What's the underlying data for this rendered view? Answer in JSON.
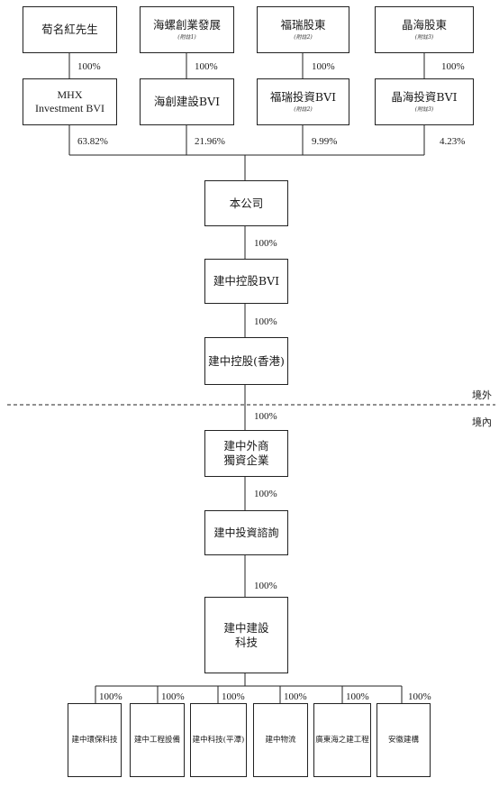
{
  "shareholders": [
    {
      "name": "荀名紅先生",
      "note": ""
    },
    {
      "name": "海螺創業發展",
      "note": "(附註1)"
    },
    {
      "name": "福瑞股東",
      "note": "(附註2)"
    },
    {
      "name": "晶海股東",
      "note": "(附註3)"
    }
  ],
  "shareholder_to_bvi_pct": [
    "100%",
    "100%",
    "100%",
    "100%"
  ],
  "bvis": [
    {
      "name_line1": "MHX",
      "name_line2": "Investment BVI",
      "note": ""
    },
    {
      "name_line1": "海創建設BVI",
      "name_line2": "",
      "note": ""
    },
    {
      "name_line1": "福瑞投資BVI",
      "name_line2": "",
      "note": "(附註2)"
    },
    {
      "name_line1": "晶海投資BVI",
      "name_line2": "",
      "note": "(附註3)"
    }
  ],
  "bvi_to_company_pct": [
    "63.82%",
    "21.96%",
    "9.99%",
    "4.23%"
  ],
  "chain": [
    {
      "line1": "本公司",
      "line2": ""
    },
    {
      "line1": "建中控股BVI",
      "line2": ""
    },
    {
      "line1": "建中控股(香港)",
      "line2": ""
    },
    {
      "line1": "建中外商",
      "line2": "獨資企業"
    },
    {
      "line1": "建中投資諮詢",
      "line2": ""
    },
    {
      "line1": "建中建設",
      "line2": "科技"
    }
  ],
  "chain_pct": [
    "100%",
    "100%",
    "100%",
    "100%",
    "100%"
  ],
  "zone_labels": {
    "offshore": "境外",
    "onshore": "境內"
  },
  "subsidiaries": [
    {
      "name": "建中環保科技"
    },
    {
      "name": "建中工程設備"
    },
    {
      "name": "建中科技(平潭)"
    },
    {
      "name": "建中物流"
    },
    {
      "name": "廣東海之建工程"
    },
    {
      "name": "安徽建構"
    }
  ],
  "subsidiary_pct": [
    "100%",
    "100%",
    "100%",
    "100%",
    "100%",
    "100%"
  ]
}
